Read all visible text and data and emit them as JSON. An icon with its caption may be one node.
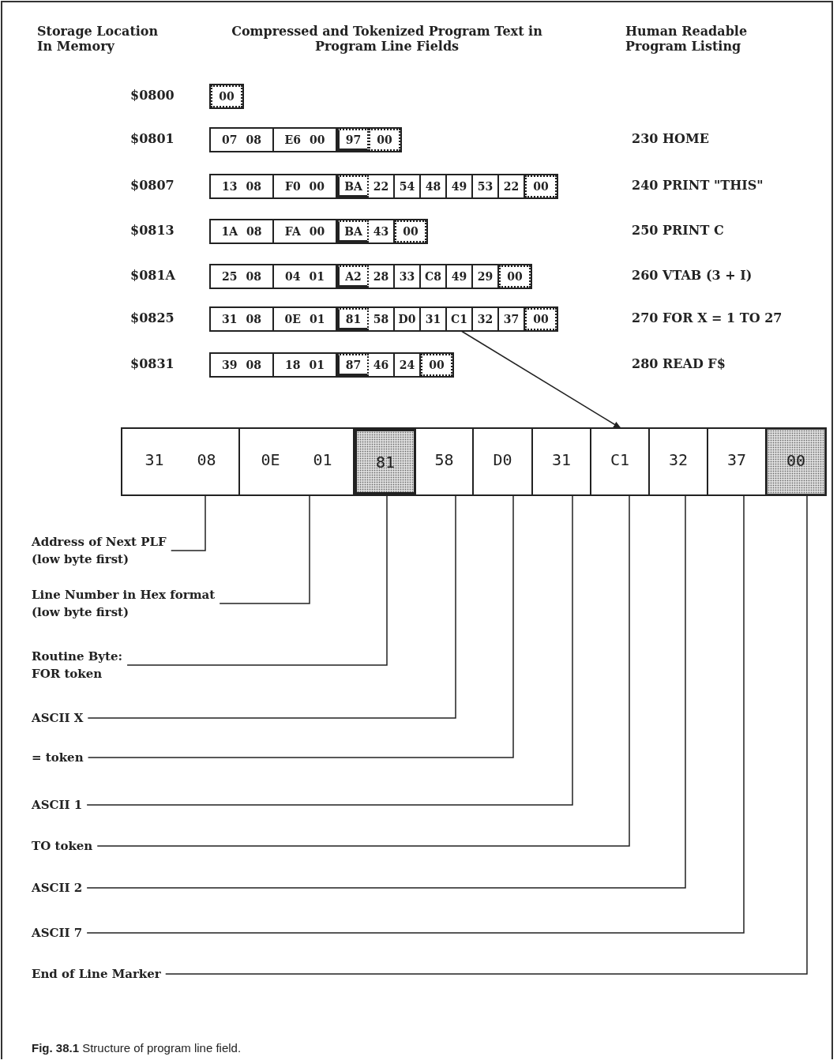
{
  "diagram": {
    "caption": "**Fig. 38.1** Structure of program line field.",
    "nodes": [
      {
        "text": [],
        "shape": "box"
      },
      {
        "text": [
          "00"
        ],
        "in": 0
      },
      {
        "text": [],
        "shape": "box"
      },
      {
        "text": [
          "07 08"
        ],
        "in": 2
      },
      {
        "text": [
          "E6 00"
        ],
        "in": 2
      },
      {
        "text": [
          "97"
        ],
        "in": 2
      },
      {
        "text": [
          "00"
        ],
        "in": 2
      },
      {
        "text": [],
        "shape": "box"
      },
      {
        "text": [
          "13 08"
        ],
        "in": 7
      },
      {
        "text": [
          "F0 00"
        ],
        "in": 7
      },
      {
        "text": [
          "BA"
        ],
        "in": 7
      },
      {
        "text": [
          "22"
        ],
        "in": 7
      },
      {
        "text": [
          "54"
        ],
        "in": 7
      },
      {
        "text": [
          "48"
        ],
        "in": 7
      },
      {
        "text": [
          "49"
        ],
        "in": 7
      },
      {
        "text": [
          "53"
        ],
        "in": 7
      },
      {
        "text": [
          "22"
        ],
        "in": 7
      },
      {
        "text": [
          "00"
        ],
        "in": 7
      },
      {
        "text": [],
        "shape": "box"
      },
      {
        "text": [
          "1A 08"
        ],
        "in": 18
      },
      {
        "text": [
          "FA 00"
        ],
        "in": 18
      },
      {
        "text": [
          "BA"
        ],
        "in": 18
      },
      {
        "text": [
          "43"
        ],
        "in": 18
      },
      {
        "text": [
          "00"
        ],
        "in": 18
      },
      {
        "text": [],
        "shape": "box"
      },
      {
        "text": [
          "25 08"
        ],
        "in": 24
      },
      {
        "text": [
          "04 01"
        ],
        "in": 24
      },
      {
        "text": [
          "A2"
        ],
        "in": 24
      },
      {
        "text": [
          "28"
        ],
        "in": 24
      },
      {
        "text": [
          "33"
        ],
        "in": 24
      },
      {
        "text": [
          "C8"
        ],
        "in": 24
      },
      {
        "text": [
          "49"
        ],
        "in": 24
      },
      {
        "text": [
          "29"
        ],
        "in": 24
      },
      {
        "text": [
          "00"
        ],
        "in": 24
      },
      {
        "text": [],
        "shape": "box"
      },
      {
        "text": [
          "31 08"
        ],
        "in": 34
      },
      {
        "text": [
          "0E 01"
        ],
        "in": 34
      },
      {
        "text": [
          "81"
        ],
        "in": 34
      },
      {
        "text": [
          "58"
        ],
        "in": 34
      },
      {
        "text": [
          "D0"
        ],
        "in": 34
      },
      {
        "text": [
          "31"
        ],
        "in": 34
      },
      {
        "text": [
          "C1"
        ],
        "in": 34
      },
      {
        "text": [
          "32"
        ],
        "in": 34
      },
      {
        "text": [
          "37"
        ],
        "in": 34
      },
      {
        "text": [
          "00"
        ],
        "in": 34
      },
      {
        "text": [],
        "shape": "box"
      },
      {
        "text": [
          "39 08"
        ],
        "in": 45
      },
      {
        "text": [
          "18 01"
        ],
        "in": 45
      },
      {
        "text": [
          "87"
        ],
        "in": 45
      },
      {
        "text": [
          "46"
        ],
        "in": 45
      },
      {
        "text": [
          "24"
        ],
        "in": 45
      },
      {
        "text": [
          "00"
        ],
        "in": 45
      },
      {
        "text": [],
        "shape": "box"
      },
      {
        "text": [
          "31 08"
        ],
        "in": 52
      },
      {
        "text": [
          "0E 01"
        ],
        "in": 52
      },
      {
        "text": [
          "81"
        ],
        "in": 52
      },
      {
        "text": [
          "58"
        ],
        "in": 52
      },
      {
        "text": [
          "D0"
        ],
        "in": 52
      },
      {
        "text": [
          "31"
        ],
        "in": 52
      },
      {
        "text": [
          "C1"
        ],
        "in": 52
      },
      {
        "text": [
          "32"
        ],
        "in": 52
      },
      {
        "text": [
          "37"
        ],
        "in": 52
      },
      {
        "text": [
          "00"
        ],
        "in": 52
      },
      {
        "text": [
          "Address of Next PLF",
          "(low byte first)"
        ]
      },
      {
        "text": [
          "Line Number in Hex format",
          "(low byte first)"
        ]
      },
      {
        "text": [
          "Routine Byte:",
          "**FOR** token"
        ]
      },
      {
        "text": [
          "ASCII X"
        ]
      },
      {
        "text": [
          "= token"
        ]
      },
      {
        "text": [
          "ASCII 1"
        ]
      },
      {
        "text": [
          "**TO** token"
        ]
      },
      {
        "text": [
          "ASCII 2"
        ]
      },
      {
        "text": [
          "ASCII 7"
        ]
      },
      {
        "text": [
          "End of Line Marker"
        ]
      }
    ],
    "edges": [
      {
        "from": 41,
        "to": 59,
        "arrow": "to"
      },
      {
        "from": 63,
        "to": 53,
        "arrow": "none"
      },
      {
        "from": 64,
        "to": 54,
        "arrow": "none"
      },
      {
        "from": 65,
        "to": 55,
        "arrow": "none"
      },
      {
        "from": 66,
        "to": 56,
        "arrow": "none"
      },
      {
        "from": 67,
        "to": 57,
        "arrow": "none"
      },
      {
        "from": 68,
        "to": 58,
        "arrow": "none"
      },
      {
        "from": 69,
        "to": 59,
        "arrow": "none"
      },
      {
        "from": 70,
        "to": 60,
        "arrow": "none"
      },
      {
        "from": 71,
        "to": 61,
        "arrow": "none"
      },
      {
        "from": 72,
        "to": 62,
        "arrow": "none"
      }
    ],
    "labels": [
      "Storage Location In Memory",
      "Compressed and Tokenized Program Text in Program Line Fields",
      "Human Readable Program Listing",
      "$0800",
      "$0801",
      "230 HOME",
      "$0807",
      "240 PRINT \"THIS\"",
      "$0813",
      "250 PRINT C",
      "$081A",
      "260 VTAB (3 + I)",
      "$0825",
      "270 FOR X = 1 TO 27",
      "$0831",
      "280 READ F$"
    ]
  }
}
